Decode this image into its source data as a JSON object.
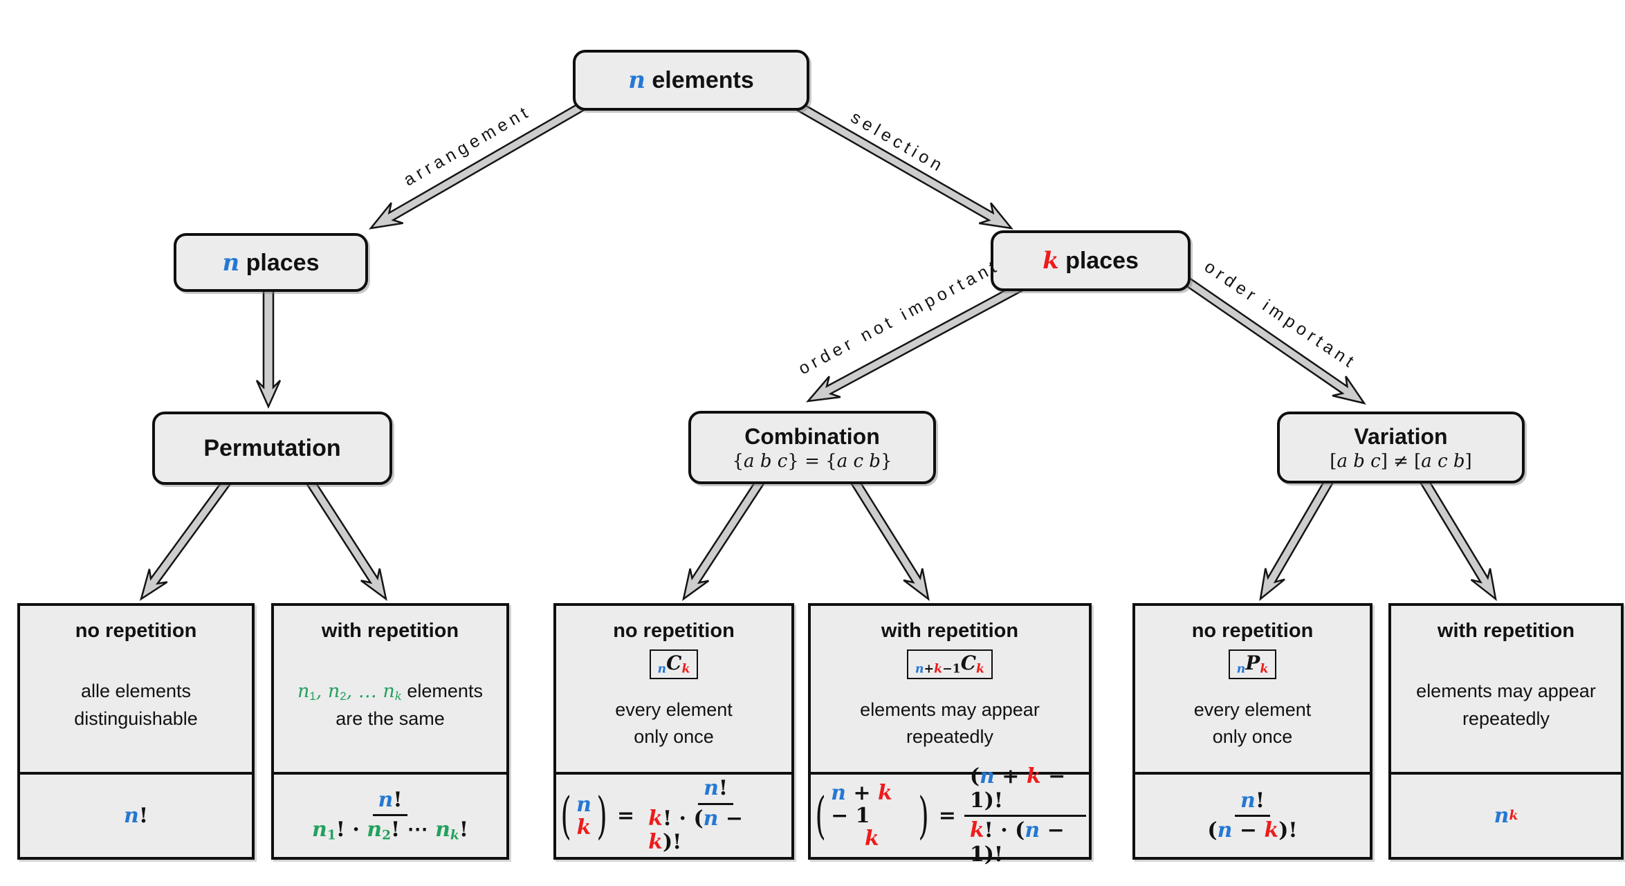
{
  "colors": {
    "blue": "#2478d3",
    "red": "#ee1b1b",
    "green": "#21a25d",
    "black": "#111111",
    "box_fill": "#ececec",
    "arrow_fill": "#cdcdcd",
    "border": "#0f0f0f"
  },
  "nodes": {
    "n_elements": {
      "tokens": [
        {
          "t": "n",
          "c": "blue",
          "i": 1,
          "b": 1
        },
        {
          "t": " elements",
          "b": 1
        }
      ]
    },
    "n_places": {
      "tokens": [
        {
          "t": "n",
          "c": "blue",
          "i": 1,
          "b": 1
        },
        {
          "t": " places",
          "b": 1
        }
      ]
    },
    "k_places": {
      "tokens": [
        {
          "t": "k",
          "c": "red",
          "i": 1,
          "b": 1
        },
        {
          "t": " places",
          "b": 1
        }
      ]
    },
    "permutation": {
      "title_tokens": [
        {
          "t": "Permutation",
          "b": 1
        }
      ]
    },
    "combination": {
      "title_tokens": [
        {
          "t": "Combination",
          "b": 1
        }
      ],
      "subtitle_tokens": [
        {
          "t": "{",
          "b": 0
        },
        {
          "t": "a b c",
          "i": 1
        },
        {
          "t": "} = {"
        },
        {
          "t": "a c b",
          "i": 1
        },
        {
          "t": "}"
        }
      ]
    },
    "variation": {
      "title_tokens": [
        {
          "t": "Variation",
          "b": 1
        }
      ],
      "subtitle_tokens": [
        {
          "t": "["
        },
        {
          "t": "a b c",
          "i": 1
        },
        {
          "t": "] ≠ ["
        },
        {
          "t": "a c b",
          "i": 1
        },
        {
          "t": "]"
        }
      ]
    }
  },
  "edges": {
    "arrangement": "arrangement",
    "selection": "selection",
    "order_not_important": "order not important",
    "order_important": "order important"
  },
  "leaves": [
    {
      "id": "permutation-no-repetition",
      "header": "no repetition",
      "badge": null,
      "description": [
        [
          {
            "t": "alle elements"
          }
        ],
        [
          {
            "t": "distinguishable"
          }
        ]
      ],
      "formula": [
        {
          "t": "n",
          "c": "blue",
          "i": 1,
          "b": 1
        },
        {
          "t": "!",
          "b": 1
        }
      ]
    },
    {
      "id": "permutation-with-repetition",
      "header": "with repetition",
      "badge": null,
      "description": [
        [
          {
            "t": "n",
            "c": "green",
            "i": 1
          },
          {
            "t": "1",
            "c": "green",
            "sub": 1
          },
          {
            "t": ", ",
            "c": "green",
            "i": 1
          },
          {
            "t": "n",
            "c": "green",
            "i": 1
          },
          {
            "t": "2",
            "c": "green",
            "sub": 1
          },
          {
            "t": ", … ",
            "c": "green",
            "i": 1
          },
          {
            "t": "n",
            "c": "green",
            "i": 1
          },
          {
            "t": "k",
            "c": "green",
            "i": 1,
            "sub": 1
          },
          {
            "t": " elements"
          }
        ],
        [
          {
            "t": "are the same"
          }
        ]
      ],
      "formula": [
        {
          "fr": {
            "num": [
              {
                "t": "n",
                "c": "blue",
                "i": 1,
                "b": 1
              },
              {
                "t": "!",
                "b": 1
              }
            ],
            "den": [
              {
                "t": "n",
                "c": "green",
                "i": 1,
                "b": 1
              },
              {
                "t": "1",
                "c": "green",
                "sub": 1,
                "b": 1
              },
              {
                "t": "!",
                "b": 1
              },
              {
                "t": " · ",
                "b": 1
              },
              {
                "t": "n",
                "c": "green",
                "i": 1,
                "b": 1
              },
              {
                "t": "2",
                "c": "green",
                "sub": 1,
                "b": 1
              },
              {
                "t": "!",
                "b": 1
              },
              {
                "t": " ⋯ ",
                "b": 1
              },
              {
                "t": "n",
                "c": "green",
                "i": 1,
                "b": 1
              },
              {
                "t": "k",
                "c": "green",
                "i": 1,
                "sub": 1,
                "b": 1
              },
              {
                "t": "!",
                "b": 1
              }
            ]
          }
        }
      ]
    },
    {
      "id": "combination-no-repetition",
      "header": "no repetition",
      "badge": [
        {
          "t": "n",
          "c": "blue",
          "i": 1,
          "sub": 1,
          "b": 1
        },
        {
          "t": "C",
          "i": 1,
          "b": 1
        },
        {
          "t": "k",
          "c": "red",
          "i": 1,
          "sub": 1,
          "b": 1
        }
      ],
      "description": [
        [
          {
            "t": "every element"
          }
        ],
        [
          {
            "t": "only once"
          }
        ]
      ],
      "formula": [
        {
          "bn": {
            "top": [
              {
                "t": "n",
                "c": "blue",
                "i": 1,
                "b": 1
              }
            ],
            "bot": [
              {
                "t": "k",
                "c": "red",
                "i": 1,
                "b": 1
              }
            ]
          }
        },
        {
          "t": "=",
          "b": 1,
          "cls": "eq"
        },
        {
          "fr": {
            "num": [
              {
                "t": "n",
                "c": "blue",
                "i": 1,
                "b": 1
              },
              {
                "t": "!",
                "b": 1
              }
            ],
            "den": [
              {
                "t": "k",
                "c": "red",
                "i": 1,
                "b": 1
              },
              {
                "t": "! · (",
                "b": 1
              },
              {
                "t": "n",
                "c": "blue",
                "i": 1,
                "b": 1
              },
              {
                "t": " − ",
                "b": 1
              },
              {
                "t": "k",
                "c": "red",
                "i": 1,
                "b": 1
              },
              {
                "t": ")!",
                "b": 1
              }
            ]
          }
        }
      ]
    },
    {
      "id": "combination-with-repetition",
      "header": "with repetition",
      "badge": [
        {
          "t": "n",
          "c": "blue",
          "i": 1,
          "sub": 1,
          "b": 1
        },
        {
          "t": "+",
          "sub": 1,
          "b": 1
        },
        {
          "t": "k",
          "c": "red",
          "i": 1,
          "sub": 1,
          "b": 1
        },
        {
          "t": "−1",
          "sub": 1,
          "b": 1
        },
        {
          "t": "C",
          "i": 1,
          "b": 1
        },
        {
          "t": "k",
          "c": "red",
          "i": 1,
          "sub": 1,
          "b": 1
        }
      ],
      "description": [
        [
          {
            "t": "elements may appear"
          }
        ],
        [
          {
            "t": "repeatedly"
          }
        ]
      ],
      "formula": [
        {
          "bn": {
            "top": [
              {
                "t": "n",
                "c": "blue",
                "i": 1,
                "b": 1
              },
              {
                "t": " + ",
                "b": 1
              },
              {
                "t": "k",
                "c": "red",
                "i": 1,
                "b": 1
              },
              {
                "t": " − 1",
                "b": 1
              }
            ],
            "bot": [
              {
                "t": "k",
                "c": "red",
                "i": 1,
                "b": 1
              }
            ]
          }
        },
        {
          "t": "=",
          "b": 1,
          "cls": "eq"
        },
        {
          "fr": {
            "num": [
              {
                "t": "(",
                "b": 1
              },
              {
                "t": "n",
                "c": "blue",
                "i": 1,
                "b": 1
              },
              {
                "t": " + ",
                "b": 1
              },
              {
                "t": "k",
                "c": "red",
                "i": 1,
                "b": 1
              },
              {
                "t": " − 1)!",
                "b": 1
              }
            ],
            "den": [
              {
                "t": "k",
                "c": "red",
                "i": 1,
                "b": 1
              },
              {
                "t": "! · (",
                "b": 1
              },
              {
                "t": "n",
                "c": "blue",
                "i": 1,
                "b": 1
              },
              {
                "t": " − 1)!",
                "b": 1
              }
            ]
          }
        }
      ]
    },
    {
      "id": "variation-no-repetition",
      "header": "no repetition",
      "badge": [
        {
          "t": "n",
          "c": "blue",
          "i": 1,
          "sub": 1,
          "b": 1
        },
        {
          "t": "P",
          "i": 1,
          "b": 1
        },
        {
          "t": "k",
          "c": "red",
          "i": 1,
          "sub": 1,
          "b": 1
        }
      ],
      "description": [
        [
          {
            "t": "every element"
          }
        ],
        [
          {
            "t": "only once"
          }
        ]
      ],
      "formula": [
        {
          "fr": {
            "num": [
              {
                "t": "n",
                "c": "blue",
                "i": 1,
                "b": 1
              },
              {
                "t": "!",
                "b": 1
              }
            ],
            "den": [
              {
                "t": "(",
                "b": 1
              },
              {
                "t": "n",
                "c": "blue",
                "i": 1,
                "b": 1
              },
              {
                "t": " − ",
                "b": 1
              },
              {
                "t": "k",
                "c": "red",
                "i": 1,
                "b": 1
              },
              {
                "t": ")!",
                "b": 1
              }
            ]
          }
        }
      ]
    },
    {
      "id": "variation-with-repetition",
      "header": "with repetition",
      "badge": null,
      "description": [
        [
          {
            "t": "elements may appear"
          }
        ],
        [
          {
            "t": "repeatedly"
          }
        ]
      ],
      "formula": [
        {
          "t": "n",
          "c": "blue",
          "i": 1,
          "b": 1
        },
        {
          "t": "k",
          "c": "red",
          "i": 1,
          "sup": 1,
          "b": 1
        }
      ]
    }
  ]
}
